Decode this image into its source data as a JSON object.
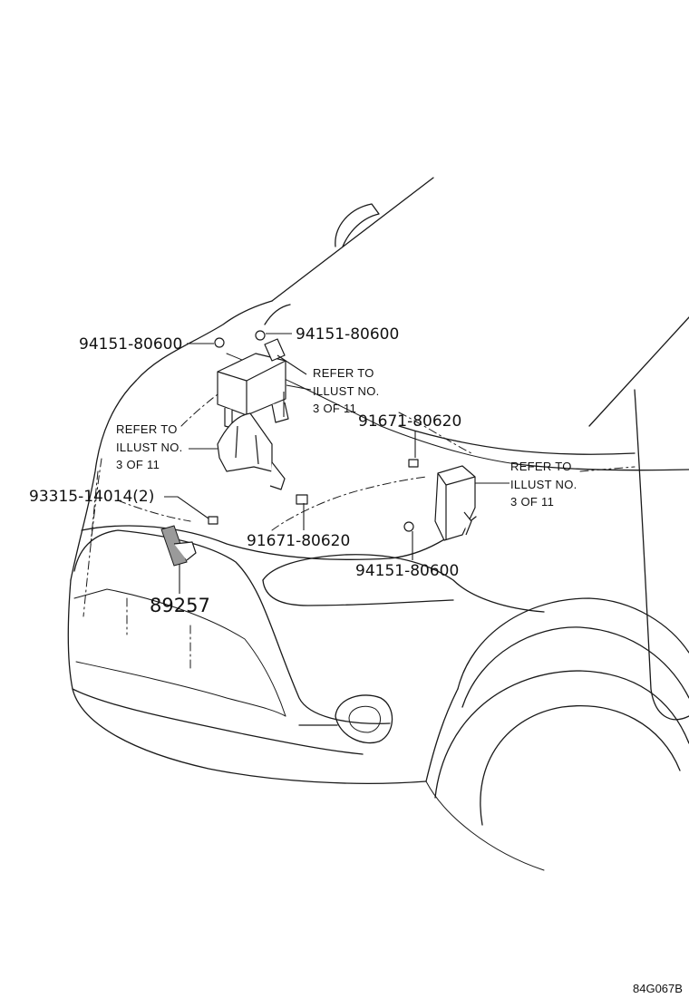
{
  "parts": {
    "p1": "94151-80600",
    "p2": "94151-80600",
    "p3": "91671-80620",
    "p4": "93315-14014(2)",
    "p5": "91671-80620",
    "p6": "94151-80600",
    "p7": "89257"
  },
  "notes": {
    "n1": {
      "line1": "REFER TO",
      "line2": "ILLUST NO.",
      "line3": "3 OF 11"
    },
    "n2": {
      "line1": "REFER TO",
      "line2": "ILLUST NO.",
      "line3": "3 OF 11"
    },
    "n3": {
      "line1": "REFER TO",
      "line2": "ILLUST NO.",
      "line3": "3 OF 11"
    }
  },
  "figure_code": "84G067B"
}
